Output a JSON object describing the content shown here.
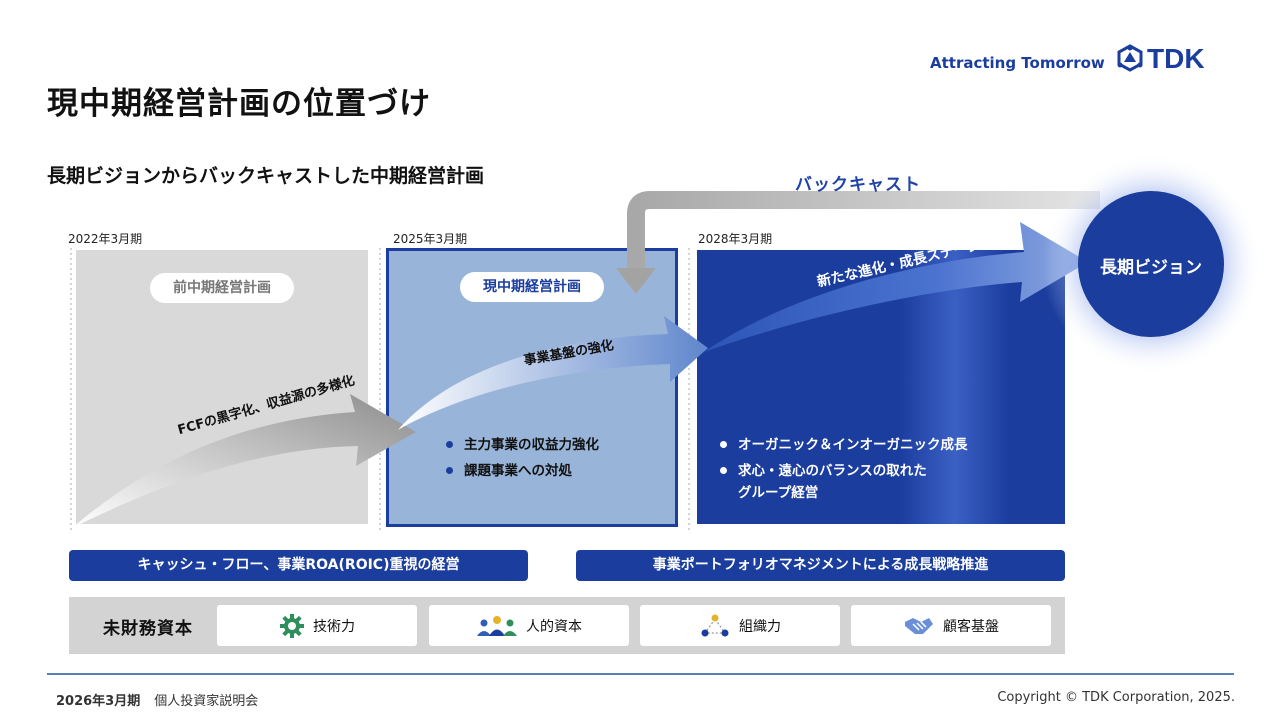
{
  "header": {
    "title": "現中期経営計画の位置づけ",
    "tagline": "Attracting Tomorrow",
    "logo_text": "TDK"
  },
  "subtitle": "長期ビジョンからバックキャストした中期経営計画",
  "backcast_label": "バックキャスト",
  "periods": [
    "2022年3月期",
    "2025年3月期",
    "2028年3月期"
  ],
  "plans": {
    "previous": "前中期経営計画",
    "current": "現中期経営計画"
  },
  "arrows": {
    "first": "FCFの黒字化、収益源の多様化",
    "second": "事業基盤の強化",
    "third": "新たな進化・成長ステージへ"
  },
  "vision": "長期ビジョン",
  "current_bullets": [
    "主力事業の収益力強化",
    "課題事業への対処"
  ],
  "future_bullets": {
    "b1": "オーガニック＆インオーガニック成長",
    "b2_line1": "求心・遠心のバランスの取れた",
    "b2_line2": "グループ経営"
  },
  "bars": {
    "left": "キャッシュ・フロー、事業ROA(ROIC)重視の経営",
    "right": "事業ポートフォリオマネジメントによる成長戦略推進"
  },
  "non_financial": {
    "label": "未財務資本",
    "items": [
      {
        "label": "技術力",
        "icon": "gear-icon"
      },
      {
        "label": "人的資本",
        "icon": "people-icon"
      },
      {
        "label": "組織力",
        "icon": "network-icon"
      },
      {
        "label": "顧客基盤",
        "icon": "handshake-icon"
      }
    ]
  },
  "footer": {
    "event_date": "2026年3月期",
    "event_name": "個人投資家説明会",
    "copyright": "Copyright  © TDK Corporation, 2025."
  },
  "colors": {
    "brand_blue": "#1a3d9e",
    "light_blue": "#98b5d9",
    "gray_panel": "#d9d9d9"
  }
}
